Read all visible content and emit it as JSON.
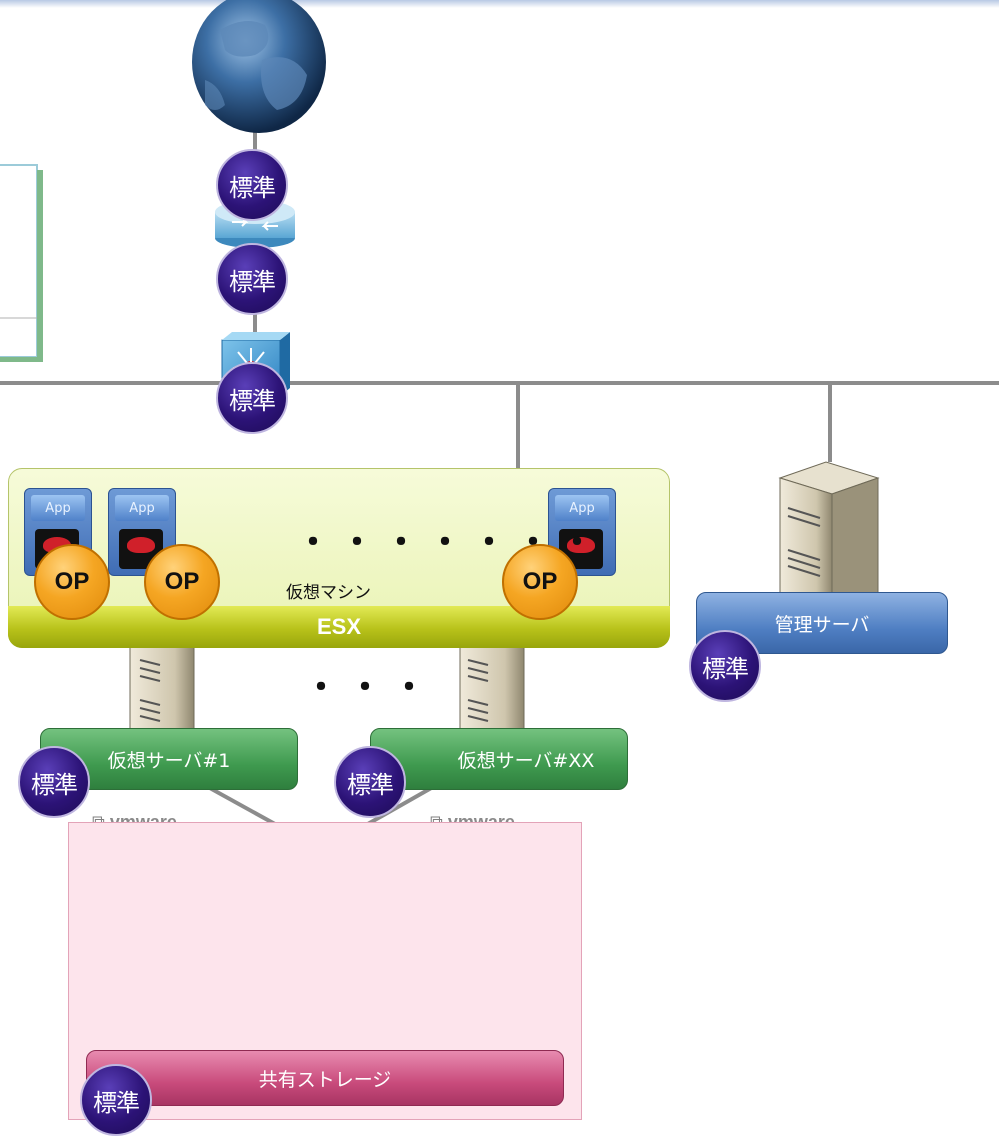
{
  "badges": {
    "standard": "標準",
    "optional": "OP"
  },
  "vm_host": {
    "vm_label": "仮想マシン",
    "esx_label": "ESX",
    "vm_dots": "・・・・・・・",
    "server_dots": "・・・",
    "app_label": "App"
  },
  "servers": {
    "server1_label": "仮想サーバ#1",
    "serverxx_label": "仮想サーバ#XX",
    "mgmt_label": "管理サーバ"
  },
  "branding": {
    "vmware_logo": "vmware"
  },
  "storage": {
    "label": "共有ストレージ"
  },
  "colors": {
    "network_line": "#8c8c8c",
    "esx_bar": "#b8c21a",
    "badge": "#2c1377",
    "op_badge": "#f5a623",
    "storage_bg": "#fde4ec",
    "disk": "#2f84b8"
  }
}
